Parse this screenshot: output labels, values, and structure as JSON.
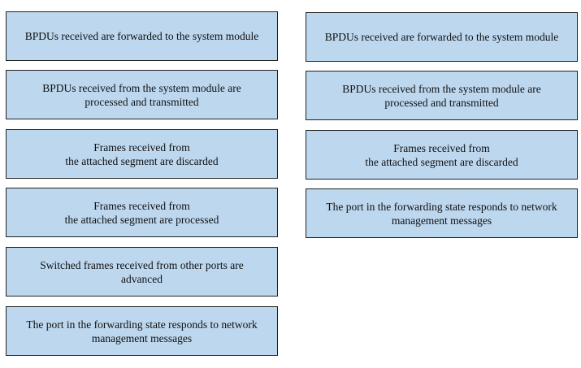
{
  "left_options": [
    "BPDUs received are forwarded to the system module",
    "BPDUs received from the system module are\nprocessed and transmitted",
    "Frames received from\nthe attached segment are discarded",
    "Frames received from\nthe attached segment are processed",
    "Switched frames received from other ports are\nadvanced",
    "The port in the forwarding state responds to network\nmanagement messages"
  ],
  "right_answers": [
    "BPDUs received are forwarded to the system module",
    "BPDUs received from the system module are\nprocessed and transmitted",
    "Frames received from\nthe attached segment are discarded",
    "The port in the forwarding state responds to network\nmanagement messages"
  ],
  "colors": {
    "box_fill": "#bdd7ee",
    "box_border": "#222222"
  }
}
